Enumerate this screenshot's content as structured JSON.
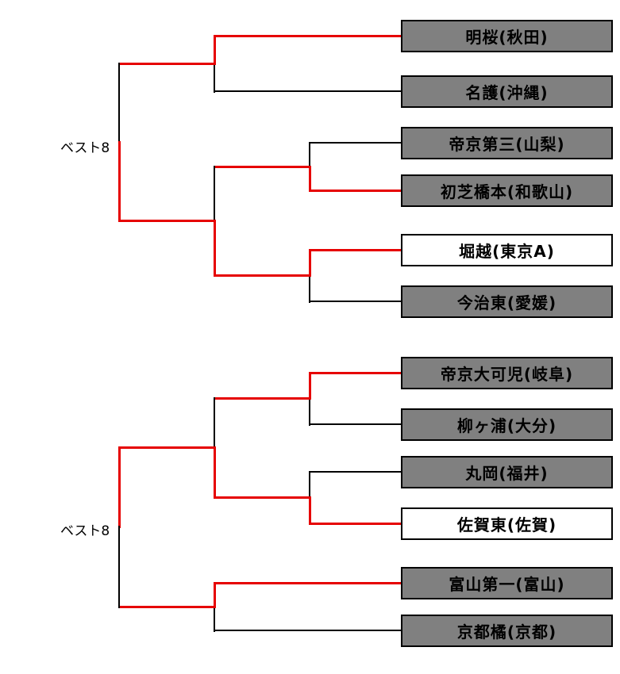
{
  "colors": {
    "line_black": "#000000",
    "line_red": "#e60000",
    "team_gray": "#808080",
    "team_white": "#ffffff"
  },
  "brackets": [
    {
      "label": "ベスト8",
      "teams": [
        {
          "name": "明桜(秋田)",
          "box": "gray"
        },
        {
          "name": "名護(沖縄)",
          "box": "gray"
        },
        {
          "name": "帝京第三(山梨)",
          "box": "gray"
        },
        {
          "name": "初芝橋本(和歌山)",
          "box": "gray"
        },
        {
          "name": "堀越(東京A)",
          "box": "white"
        },
        {
          "name": "今治東(愛媛)",
          "box": "gray"
        }
      ],
      "matches": [
        {
          "pair": [
            "明桜(秋田)",
            "名護(沖縄)"
          ],
          "winner": "明桜(秋田)"
        },
        {
          "pair": [
            "帝京第三(山梨)",
            "初芝橋本(和歌山)"
          ],
          "winner": "初芝橋本(和歌山)"
        },
        {
          "pair": [
            "堀越(東京A)",
            "今治東(愛媛)"
          ],
          "winner": "堀越(東京A)"
        },
        {
          "pair": [
            "初芝橋本(和歌山)",
            "堀越(東京A)"
          ],
          "winner": "堀越(東京A)"
        },
        {
          "pair": [
            "明桜(秋田)",
            "堀越(東京A)"
          ],
          "winner": "堀越(東京A)"
        }
      ],
      "best8_team": "堀越(東京A)"
    },
    {
      "label": "ベスト8",
      "teams": [
        {
          "name": "帝京大可児(岐阜)",
          "box": "gray"
        },
        {
          "name": "柳ヶ浦(大分)",
          "box": "gray"
        },
        {
          "name": "丸岡(福井)",
          "box": "gray"
        },
        {
          "name": "佐賀東(佐賀)",
          "box": "white"
        },
        {
          "name": "富山第一(富山)",
          "box": "gray"
        },
        {
          "name": "京都橘(京都)",
          "box": "gray"
        }
      ],
      "matches": [
        {
          "pair": [
            "帝京大可児(岐阜)",
            "柳ヶ浦(大分)"
          ],
          "winner": "帝京大可児(岐阜)"
        },
        {
          "pair": [
            "丸岡(福井)",
            "佐賀東(佐賀)"
          ],
          "winner": "佐賀東(佐賀)"
        },
        {
          "pair": [
            "帝京大可児(岐阜)",
            "佐賀東(佐賀)"
          ],
          "winner": "佐賀東(佐賀)"
        },
        {
          "pair": [
            "富山第一(富山)",
            "京都橘(京都)"
          ],
          "winner": "富山第一(富山)"
        },
        {
          "pair": [
            "富山第一(富山)",
            "佐賀東(佐賀)"
          ],
          "winner": "佐賀東(佐賀)"
        }
      ],
      "best8_team": "佐賀東(佐賀)"
    }
  ]
}
